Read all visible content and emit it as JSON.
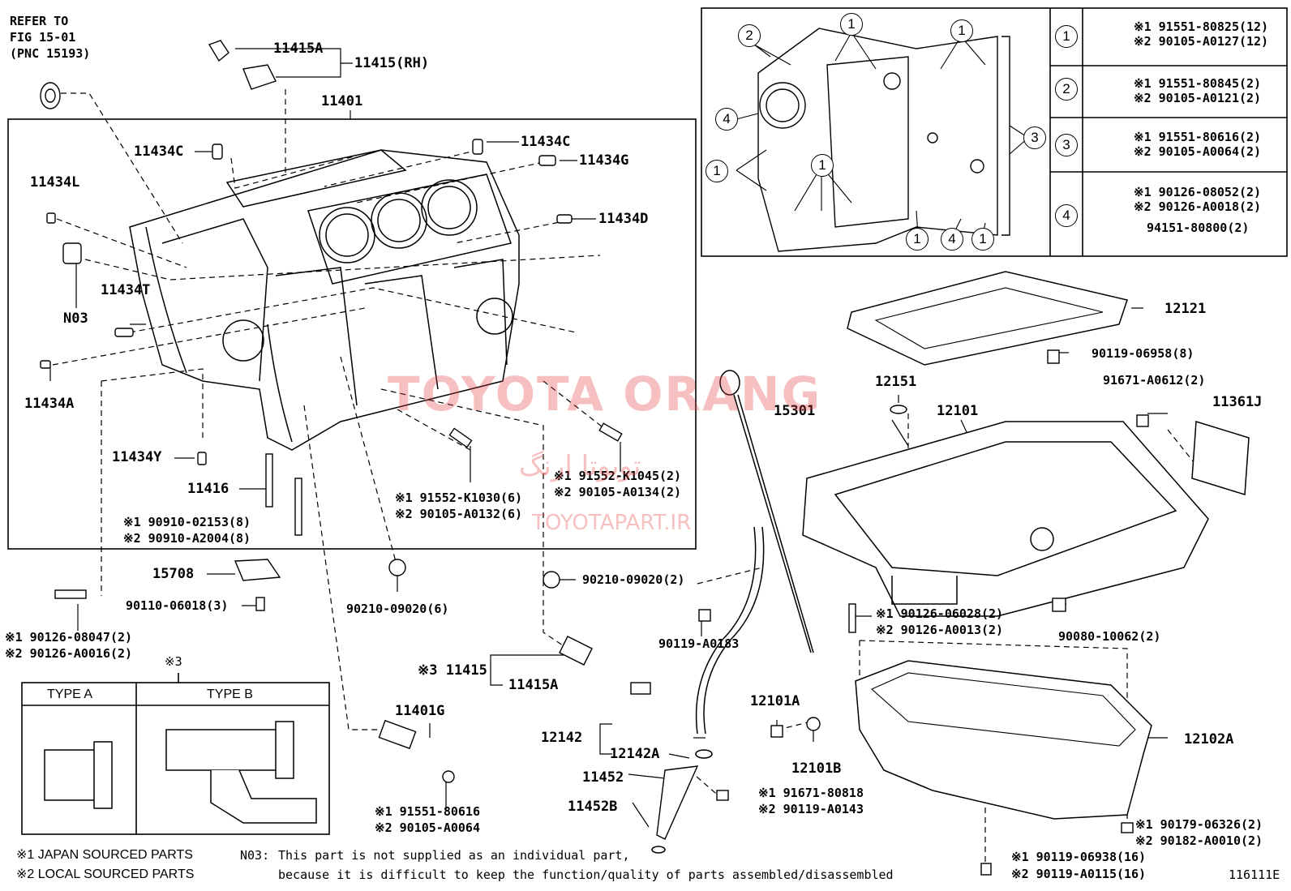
{
  "refer": {
    "line1": "REFER TO",
    "line2": "FIG 15-01",
    "line3": "(PNC 15193)"
  },
  "labels": {
    "p11415A": "11415A",
    "p11415RH": "11415(RH)",
    "p11401": "11401",
    "p11434C_l": "11434C",
    "p11434C_r": "11434C",
    "p11434G": "11434G",
    "p11434L": "11434L",
    "p11434D": "11434D",
    "p11434T": "11434T",
    "pN03": "N03",
    "p11434A": "11434A",
    "p11434Y": "11434Y",
    "p11416": "11416",
    "p15708": "15708",
    "p15301": "15301",
    "p12151": "12151",
    "p12101": "12101",
    "p11361J": "11361J",
    "p12121": "12121",
    "p12102A": "12102A",
    "p12101A": "12101A",
    "p12101B": "12101B",
    "p11401G": "11401G",
    "p11415_3": "※3 11415",
    "p11415A_2": "11415A",
    "p12142": "12142",
    "p12142A": "12142A",
    "p11452": "11452",
    "p11452B": "11452B"
  },
  "parts": {
    "b90910_1": "※1 90910-02153(8)",
    "b90910_2": "※2 90910-A2004(8)",
    "b90110": "90110-06018(3)",
    "b90126_1": "※1 90126-08047(2)",
    "b90126_2": "※2 90126-A0016(2)",
    "bK1030_1": "※1 91552-K1030(6)",
    "bK1030_2": "※2 90105-A0132(6)",
    "bK1045_1": "※1 91552-K1045(2)",
    "bK1045_2": "※2 90105-A0134(2)",
    "w90210_6": "90210-09020(6)",
    "w90210_2": "90210-09020(2)",
    "b90119A0183": "90119-A0183",
    "b90119_06958": "90119-06958(8)",
    "b91671A0612": "91671-A0612(2)",
    "s06028_1": "※1 90126-06028(2)",
    "s06028_2": "※2 90126-A0013(2)",
    "b90080": "90080-10062(2)",
    "b80616_1": "※1 91551-80616",
    "b80616_2": "※2 90105-A0064",
    "b80818_1": "※1 91671-80818",
    "b80818_2": "※2 90119-A0143",
    "n06326_1": "※1 90179-06326(2)",
    "n06326_2": "※2 90182-A0010(2)",
    "b06938_1": "※1 90119-06938(16)",
    "b06938_2": "※2 90119-A0115(16)"
  },
  "bolt_table": [
    {
      "num": "1",
      "line1": "※1 91551-80825(12)",
      "line2": "※2 90105-A0127(12)"
    },
    {
      "num": "2",
      "line1": "※1 91551-80845(2)",
      "line2": "※2 90105-A0121(2)"
    },
    {
      "num": "3",
      "line1": "※1 91551-80616(2)",
      "line2": "※2 90105-A0064(2)"
    },
    {
      "num": "4",
      "line1": "※1 90126-08052(2)",
      "line2": "※2 90126-A0018(2)",
      "line3": "94151-80800(2)"
    }
  ],
  "type_box": {
    "mark": "※3",
    "type_a": "TYPE A",
    "type_b": "TYPE B"
  },
  "legend": {
    "l1": "※1 JAPAN SOURCED PARTS",
    "l2": "※2 LOCAL SOURCED PARTS"
  },
  "note": {
    "prefix": "N03:",
    "line1": "This part is not supplied as an individual part,",
    "line2": "because it is difficult to keep the function/quality of parts assembled/disassembled"
  },
  "figure_id": "116111E",
  "watermark": {
    "en": "TOYOTA ORANG",
    "fa": "تویوتا ارنگ",
    "url": "TOYOTAPART.IR"
  },
  "colors": {
    "line": "#000000",
    "watermark": "#e63c3c"
  }
}
